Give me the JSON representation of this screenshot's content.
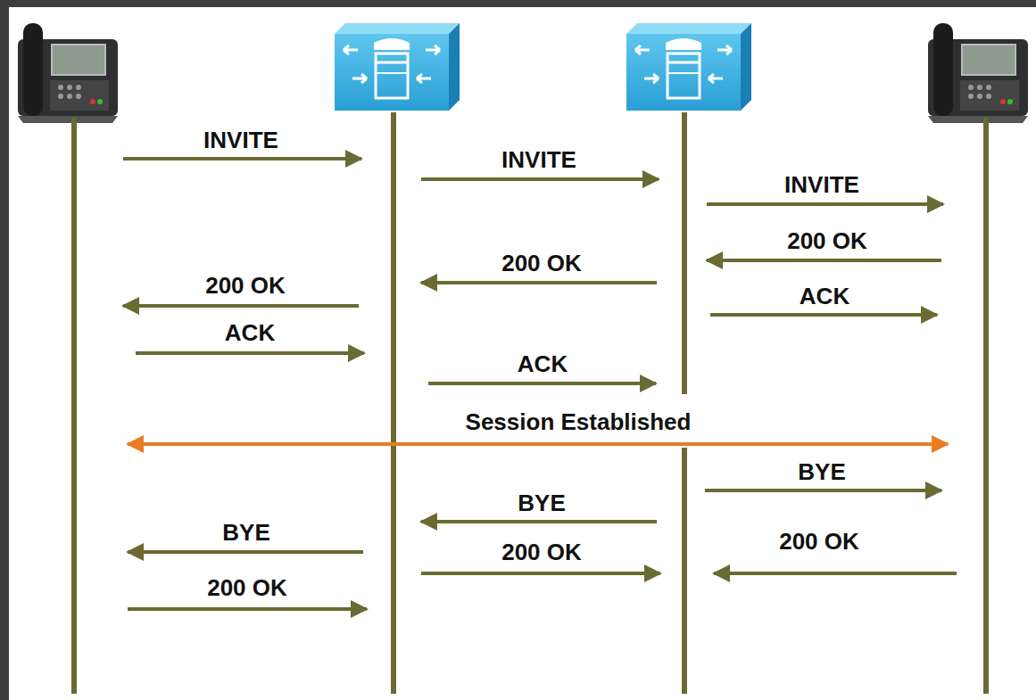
{
  "diagram": {
    "labels": [
      "INVITE",
      "INVITE",
      "INVITE",
      "200 OK",
      "200 OK",
      "200 OK",
      "ACK",
      "ACK",
      "ACK",
      "Session Established",
      "BYE",
      "BYE",
      "BYE",
      "200 OK",
      "200 OK",
      "200 OK"
    ]
  }
}
